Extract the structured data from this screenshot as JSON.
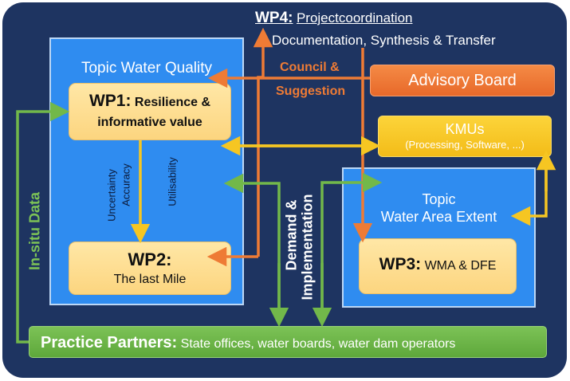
{
  "wp4": {
    "prefix": "WP4:",
    "title": "Projectcoordination",
    "subtitle": "Documentation, Synthesis  & Transfer"
  },
  "topic_water_quality": {
    "title": "Topic Water Quality"
  },
  "wp1": {
    "prefix": "WP1:",
    "line1": "Resilience &",
    "line2": "informative value"
  },
  "wp2": {
    "prefix": "WP2:",
    "line1": "The last Mile"
  },
  "wp1_wp2_labels": {
    "uncertainty": "Uncertainty",
    "accuracy": "Accuracy",
    "utilisability": "Utilisability"
  },
  "council": {
    "line1": "Council &",
    "line2": "Suggestion"
  },
  "advisory_board": {
    "label": "Advisory Board"
  },
  "kmus": {
    "title": "KMUs",
    "subtitle": "(Processing, Software, ...)"
  },
  "topic_water_area": {
    "line1": "Topic",
    "line2": "Water Area Extent"
  },
  "wp3": {
    "prefix": "WP3:",
    "suffix": "WMA & DFE"
  },
  "demand": {
    "line1": "Demand &",
    "line2": "Implementation"
  },
  "insitu": {
    "label": "In-situ Data"
  },
  "practice": {
    "prefix": "Practice Partners:",
    "suffix": "State offices, water boards, water dam operators"
  },
  "colors": {
    "background": "#1e3461",
    "topic_blue": "#2f8cf0",
    "wp_yellow": "#fcd57f",
    "orange": "#ee7b35",
    "green": "#72b84a",
    "arrow_yellow": "#f6c622"
  }
}
